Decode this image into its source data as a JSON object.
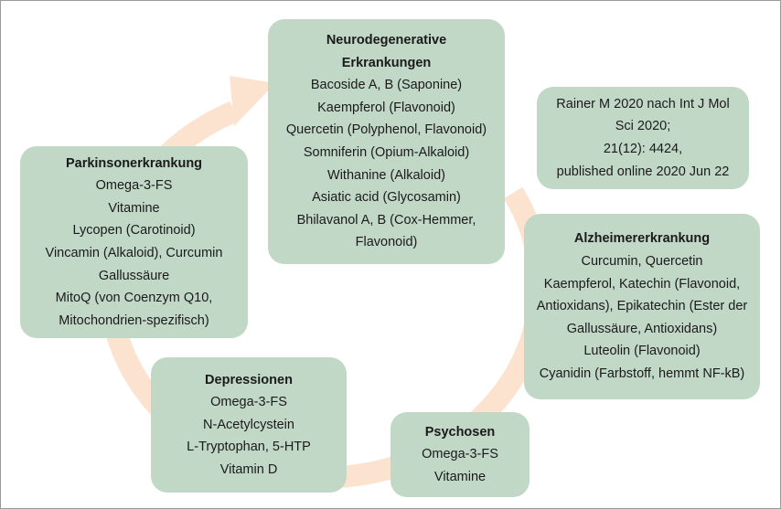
{
  "colors": {
    "box_fill": "#c2d8c7",
    "ring": "#fbe3d0",
    "border": "#9a9a9a"
  },
  "boxes": {
    "neuro": {
      "title_line1": "Neurodegenerative",
      "title_line2": "Erkrankungen",
      "items": [
        "Bacoside A, B (Saponine)",
        "Kaempferol (Flavonoid)",
        "Quercetin (Polyphenol, Flavonoid)",
        "Somniferin (Opium-Alkaloid)",
        "Withanine (Alkaloid)",
        "Asiatic acid (Glycosamin)",
        "Bhilavanol A, B (Cox-Hemmer,",
        "Flavonoid)"
      ]
    },
    "source": {
      "lines": [
        "Rainer M 2020 nach Int J Mol",
        "Sci 2020;",
        "21(12): 4424,",
        "published online 2020 Jun 22"
      ]
    },
    "alzheimer": {
      "title": "Alzheimererkrankung",
      "items": [
        "Curcumin, Quercetin",
        "Kaempferol, Katechin (Flavonoid,",
        "Antioxidans), Epikatechin (Ester der",
        "Gallussäure, Antioxidans)",
        "Luteolin (Flavonoid)",
        "Cyanidin (Farbstoff, hemmt NF-kB)"
      ]
    },
    "psychosen": {
      "title": "Psychosen",
      "items": [
        "Omega-3-FS",
        "Vitamine"
      ]
    },
    "depressionen": {
      "title": "Depressionen",
      "items": [
        "Omega-3-FS",
        "N-Acetylcystein",
        "L-Tryptophan, 5-HTP",
        "Vitamin D"
      ]
    },
    "parkinson": {
      "title": "Parkinsonerkrankung",
      "items": [
        "Omega-3-FS",
        "Vitamine",
        "Lycopen (Carotinoid)",
        "Vincamin (Alkaloid), Curcumin",
        "Gallussäure",
        "MitoQ (von Coenzym Q10,",
        "Mitochondrien-spezifisch)"
      ]
    }
  }
}
